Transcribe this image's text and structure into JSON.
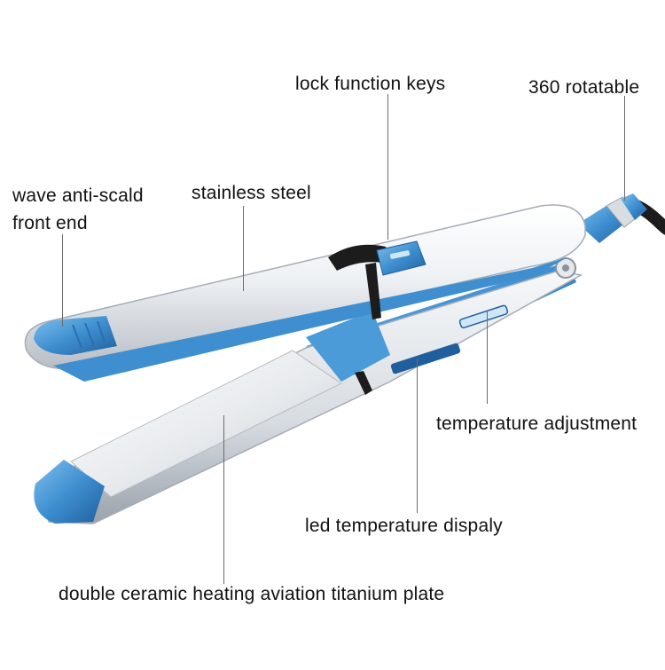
{
  "labels": {
    "lock_function_keys": "lock function keys",
    "rotatable": "360 rotatable",
    "wave_front_line1": "wave anti-scald",
    "wave_front_line2": "front end",
    "stainless_steel": "stainless steel",
    "temperature_adjustment": "temperature adjustment",
    "led_display": "led temperature dispaly",
    "titanium_plate": "double ceramic heating aviation titanium plate"
  },
  "colors": {
    "background": "#ffffff",
    "steel_light": "#f4f6f8",
    "steel_mid": "#c9ced4",
    "accent_blue": "#3f8fd0",
    "accent_blue_dark": "#1f5f9e",
    "cord": "#1c1c1c"
  }
}
